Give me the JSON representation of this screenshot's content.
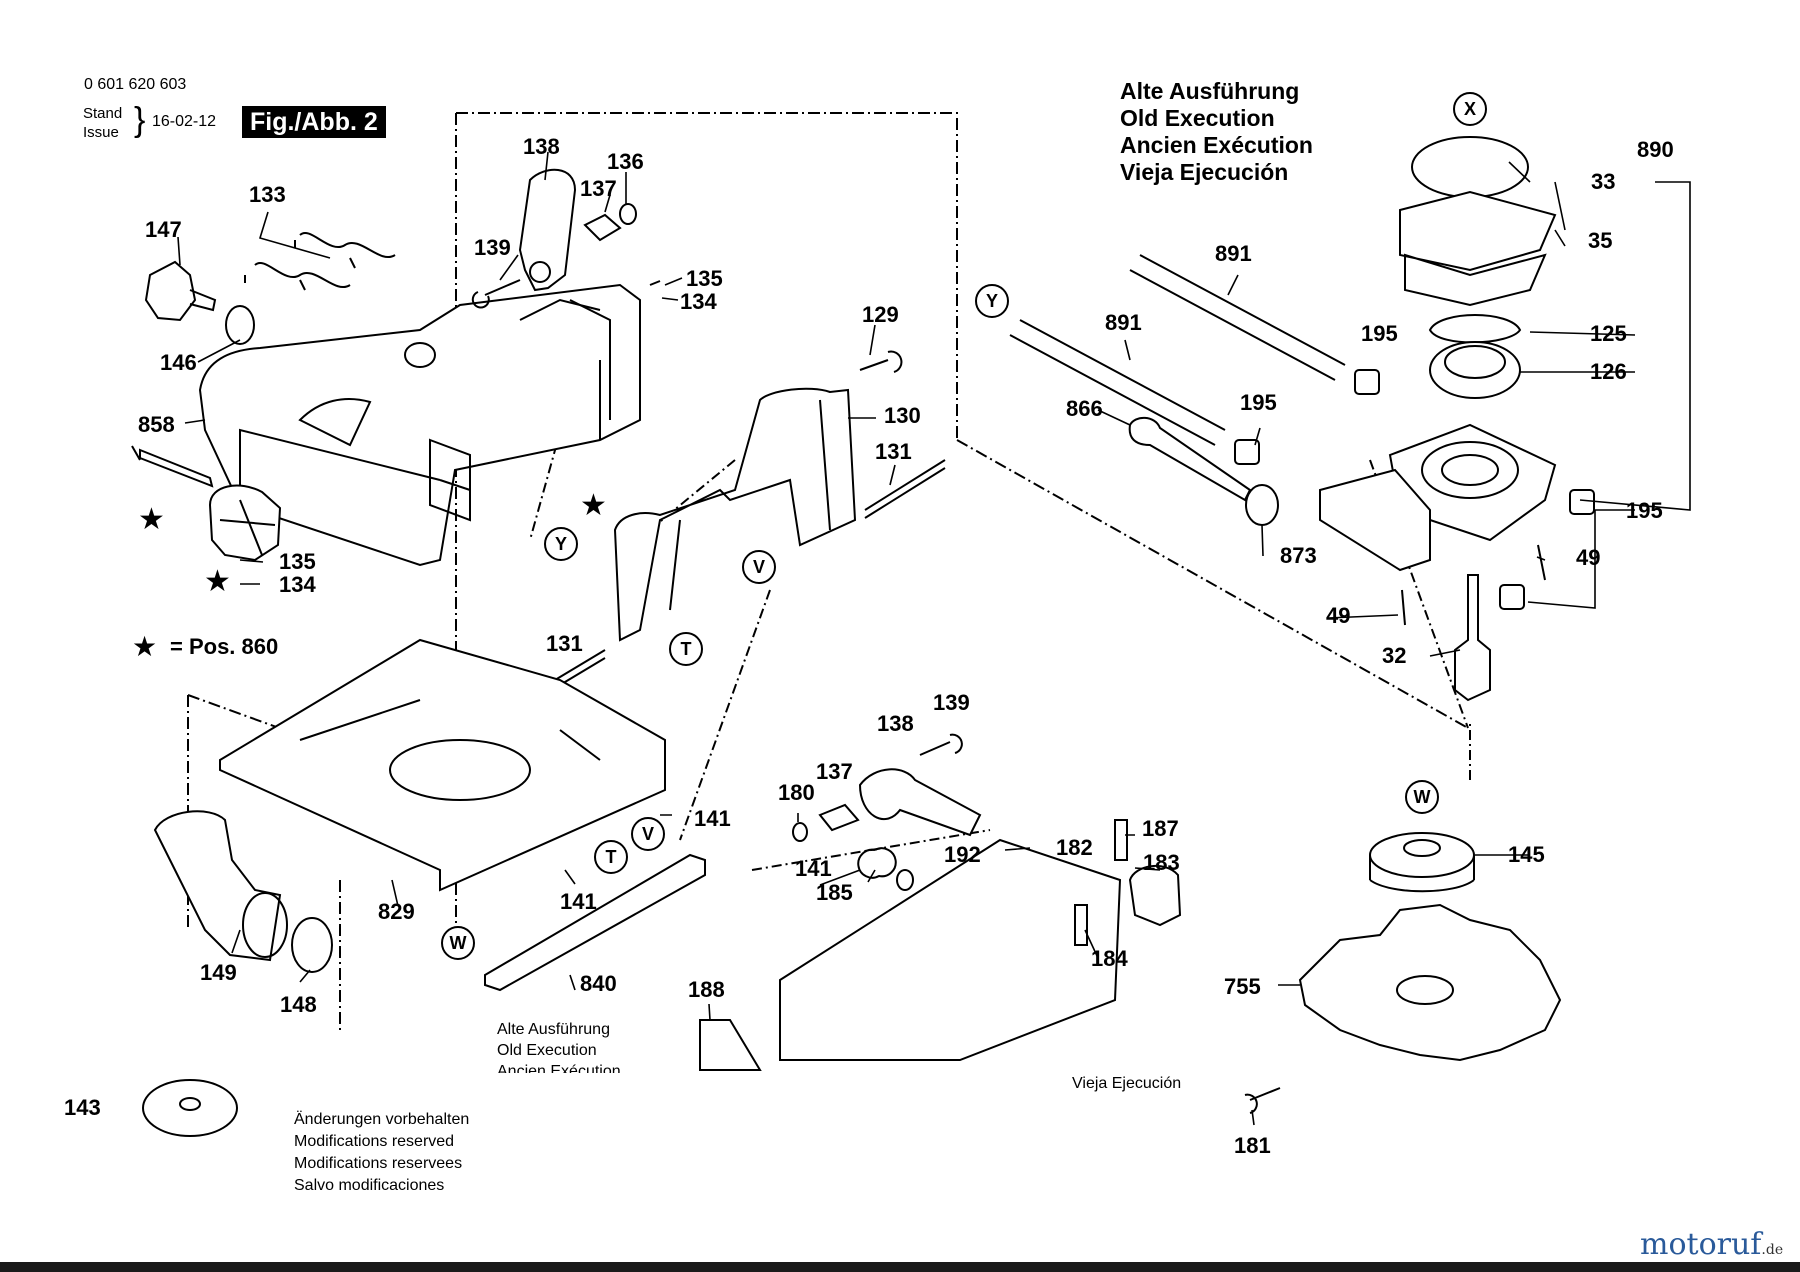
{
  "header": {
    "part_number": "0 601 620 603",
    "stand_line1": "Stand",
    "stand_line2": "Issue",
    "date": "16-02-12",
    "figure_label": "Fig./Abb. 2"
  },
  "old_execution_block": [
    "Alte Ausführung",
    "Old Execution",
    "Ancien Exécution",
    "Vieja Ejecución"
  ],
  "old_execution_small": [
    "Alte Ausführung",
    "Old Execution",
    "Ancien Exécution",
    "Vieja Ejecución"
  ],
  "legend": {
    "star": "★",
    "text": "= Pos. 860"
  },
  "modifications": [
    "Änderungen vorbehalten",
    "Modifications reserved",
    "Modifications reservees",
    "Salvo modificaciones"
  ],
  "watermark": {
    "main": "motoruf",
    "suffix": ".de"
  },
  "letters": {
    "X": "X",
    "Y1": "Y",
    "Y2": "Y",
    "V1": "V",
    "V2": "V",
    "T1": "T",
    "T2": "T",
    "W1": "W",
    "W2": "W"
  },
  "part_labels": {
    "p138a": "138",
    "p136a": "136",
    "p137a": "137",
    "p139a": "139",
    "p135a": "135",
    "p134a": "134",
    "p133": "133",
    "p147": "147",
    "p146": "146",
    "p858": "858",
    "p135b": "135",
    "p134b": "134",
    "p129": "129",
    "p130": "130",
    "p131a": "131",
    "p131b": "131",
    "p829": "829",
    "p149": "149",
    "p148": "148",
    "p141a": "141",
    "p141b": "141",
    "p840": "840",
    "p143": "143",
    "p890": "890",
    "p33": "33",
    "p35": "35",
    "p891a": "891",
    "p891b": "891",
    "p195a": "195",
    "p195b": "195",
    "p195c": "195",
    "p125": "125",
    "p126": "126",
    "p866": "866",
    "p873": "873",
    "p49a": "49",
    "p49b": "49",
    "p32": "32",
    "p139b": "139",
    "p138b": "138",
    "p137b": "137",
    "p180": "180",
    "p141c": "141",
    "p185": "185",
    "p192": "192",
    "p182": "182",
    "p187": "187",
    "p183": "183",
    "p184": "184",
    "p188": "188",
    "p145": "145",
    "p755": "755",
    "p181": "181"
  }
}
